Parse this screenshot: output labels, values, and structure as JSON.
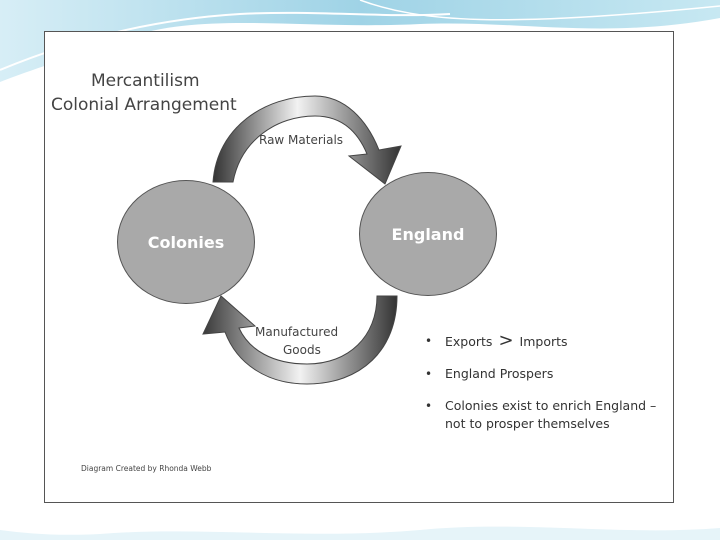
{
  "diagram": {
    "title_line1": "Mercantilism",
    "title_line2": "Colonial Arrangement",
    "nodes": {
      "colonies": "Colonies",
      "england": "England"
    },
    "edges": {
      "raw_materials": "Raw Materials",
      "manufactured_line1": "Manufactured",
      "manufactured_line2": "Goods"
    },
    "bullets": {
      "exports": "Exports",
      "gt": ">",
      "imports": "Imports",
      "england_prospers": "England Prospers",
      "colonies_line1": "Colonies exist to enrich England –",
      "colonies_line2": "not to prosper themselves",
      "bullet_glyph": "•"
    },
    "credit": "Diagram Created by Rhonda Webb"
  },
  "colors": {
    "node_fill": "#a9a9a9",
    "arrow_dark": "#333333",
    "arrow_light": "#f2f2f2",
    "background_wave": "#bfe3ef"
  }
}
